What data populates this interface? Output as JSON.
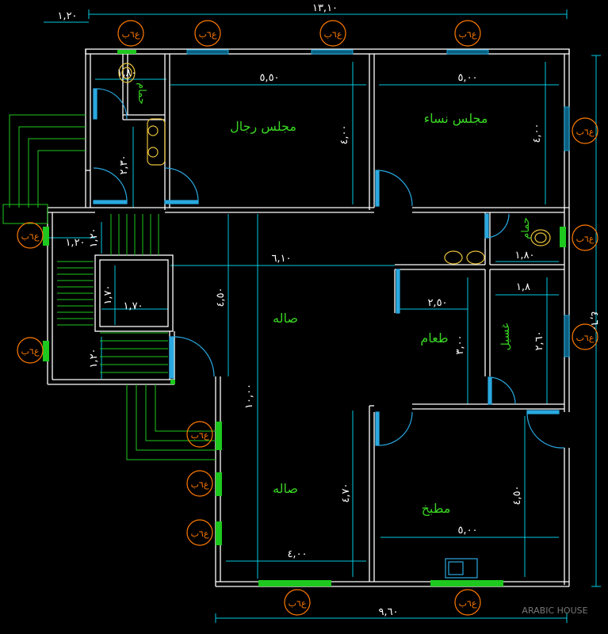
{
  "colors": {
    "background": "#000000",
    "wall": "#ffffff",
    "dimension": "#00c8e0",
    "room_label": "#39d523",
    "window": "#1ec81e",
    "window_glass": "#1a9fd0",
    "door": "#2aa8e0",
    "fixture": "#e8c13a",
    "column_tag": "#ff7a00",
    "stair": "#1ec81e",
    "grid": "#aaaaaa"
  },
  "rooms": {
    "majlis_rijal": "مجلس رجال",
    "majlis_nisa": "مجلس نساء",
    "sala_1": "صاله",
    "sala_2": "صاله",
    "taam": "طعام",
    "ghaseel": "غسيل",
    "hammam_1": "حمام",
    "hammam_2": "حمام",
    "matbakh": "مطبخ"
  },
  "dimensions": {
    "top_total": "١٣,١٠",
    "top_offset": "١,٢٠",
    "bottom_total": "٩,٦٠",
    "right_total": "٤,٦٠",
    "majlis_rijal_width": "٥,٥٠",
    "majlis_rijal_depth": "٤,٠٠",
    "majlis_nisa_width": "٥,٠٠",
    "majlis_nisa_depth": "٤,٠٠",
    "hammam_1_width": "١,٨٠",
    "hammam_1_depth": "٢,٣٠",
    "hammam_2_width": "١,٨٠",
    "hall_width": "٦,١٠",
    "hall_left_depth": "٤,٥٠",
    "hall_total_depth": "١٠,٠٠",
    "hall_lower_depth": "٤,٧٠",
    "hall_lower_width": "٤,٠٠",
    "stair_top": "١,٢٠",
    "stair_side_upper": "١,٢٠",
    "stair_side_lower": "١,٢٠",
    "stair_void_w": "١,٧٠",
    "stair_void_h": "١,٧٠",
    "taam_width": "٢,٥٠",
    "taam_depth": "٣,٠٠",
    "ghaseel_width": "١,٨",
    "ghaseel_depth": "٢,٦٠",
    "kitchen_width": "٥,٠٠",
    "kitchen_depth": "٤,٥٠"
  },
  "column_tag": "ع٦ب",
  "watermark": "ARABIC HOUSE"
}
